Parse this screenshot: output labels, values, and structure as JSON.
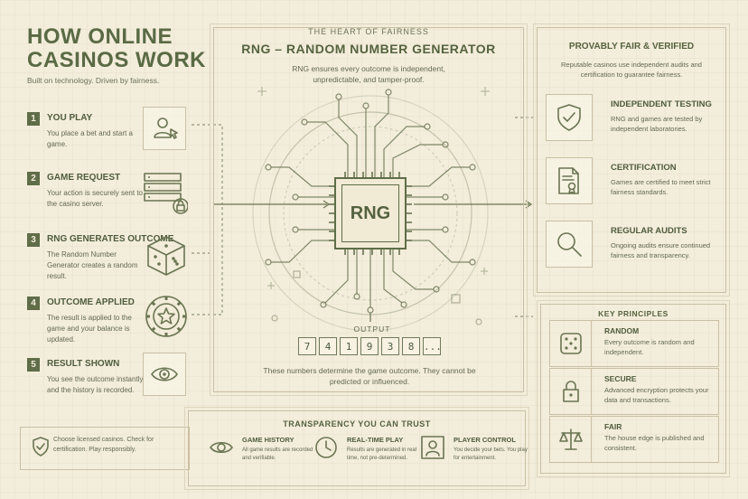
{
  "header": {
    "title": "HOW ONLINE CASINOS WORK",
    "subtitle": "Built on technology. Driven by fairness."
  },
  "steps": [
    {
      "num": "1",
      "title": "YOU PLAY",
      "desc": "You place a bet and start a game.",
      "icon": "user-click-icon"
    },
    {
      "num": "2",
      "title": "GAME REQUEST",
      "desc": "Your action is securely sent to the casino server.",
      "icon": "server-lock-icon"
    },
    {
      "num": "3",
      "title": "RNG GENERATES OUTCOME",
      "desc": "The Random Number Generator creates a random result.",
      "icon": "dice-icon"
    },
    {
      "num": "4",
      "title": "OUTCOME APPLIED",
      "desc": "The result is applied to the game and your balance is updated.",
      "icon": "star-chip-icon"
    },
    {
      "num": "5",
      "title": "RESULT SHOWN",
      "desc": "You see the outcome instantly and the history is recorded.",
      "icon": "eye-icon"
    }
  ],
  "bottom_note": {
    "text": "Choose licensed casinos. Check for certification. Play responsibly.",
    "icon": "shield-check-icon"
  },
  "rng": {
    "kicker": "THE HEART OF FAIRNESS",
    "title": "RNG – RANDOM NUMBER GENERATOR",
    "desc": "RNG ensures every outcome is independent, unpredictable, and tamper-proof.",
    "chip_label": "RNG",
    "output_label": "OUTPUT",
    "digits": [
      "7",
      "4",
      "1",
      "9",
      "3",
      "8",
      "..."
    ],
    "output_desc": "These numbers determine the game outcome. They cannot be predicted or influenced."
  },
  "transparency": {
    "title": "TRANSPARENCY YOU CAN TRUST",
    "items": [
      {
        "title": "GAME HISTORY",
        "desc": "All game results are recorded and verifiable.",
        "icon": "eye-icon"
      },
      {
        "title": "REAL-TIME PLAY",
        "desc": "Results are generated in real time, not pre-determined.",
        "icon": "clock-icon"
      },
      {
        "title": "PLAYER CONTROL",
        "desc": "You decide your bets. You play for entertainment.",
        "icon": "user-icon"
      }
    ]
  },
  "provably_fair": {
    "title": "PROVABLY FAIR & VERIFIED",
    "desc": "Reputable casinos use independent audits and certification to guarantee fairness.",
    "items": [
      {
        "title": "INDEPENDENT TESTING",
        "desc": "RNG and games are tested by independent laboratories.",
        "icon": "shield-check-icon"
      },
      {
        "title": "CERTIFICATION",
        "desc": "Games are certified to meet strict fairness standards.",
        "icon": "certificate-icon"
      },
      {
        "title": "REGULAR AUDITS",
        "desc": "Ongoing audits ensure continued fairness and transparency.",
        "icon": "magnifier-icon"
      }
    ]
  },
  "key_principles": {
    "title": "KEY PRINCIPLES",
    "items": [
      {
        "title": "RANDOM",
        "desc": "Every outcome is random and independent.",
        "icon": "dice-icon"
      },
      {
        "title": "SECURE",
        "desc": "Advanced encryption protects your data and transactions.",
        "icon": "lock-icon"
      },
      {
        "title": "FAIR",
        "desc": "The house edge is published and consistent.",
        "icon": "scales-icon"
      }
    ]
  }
}
